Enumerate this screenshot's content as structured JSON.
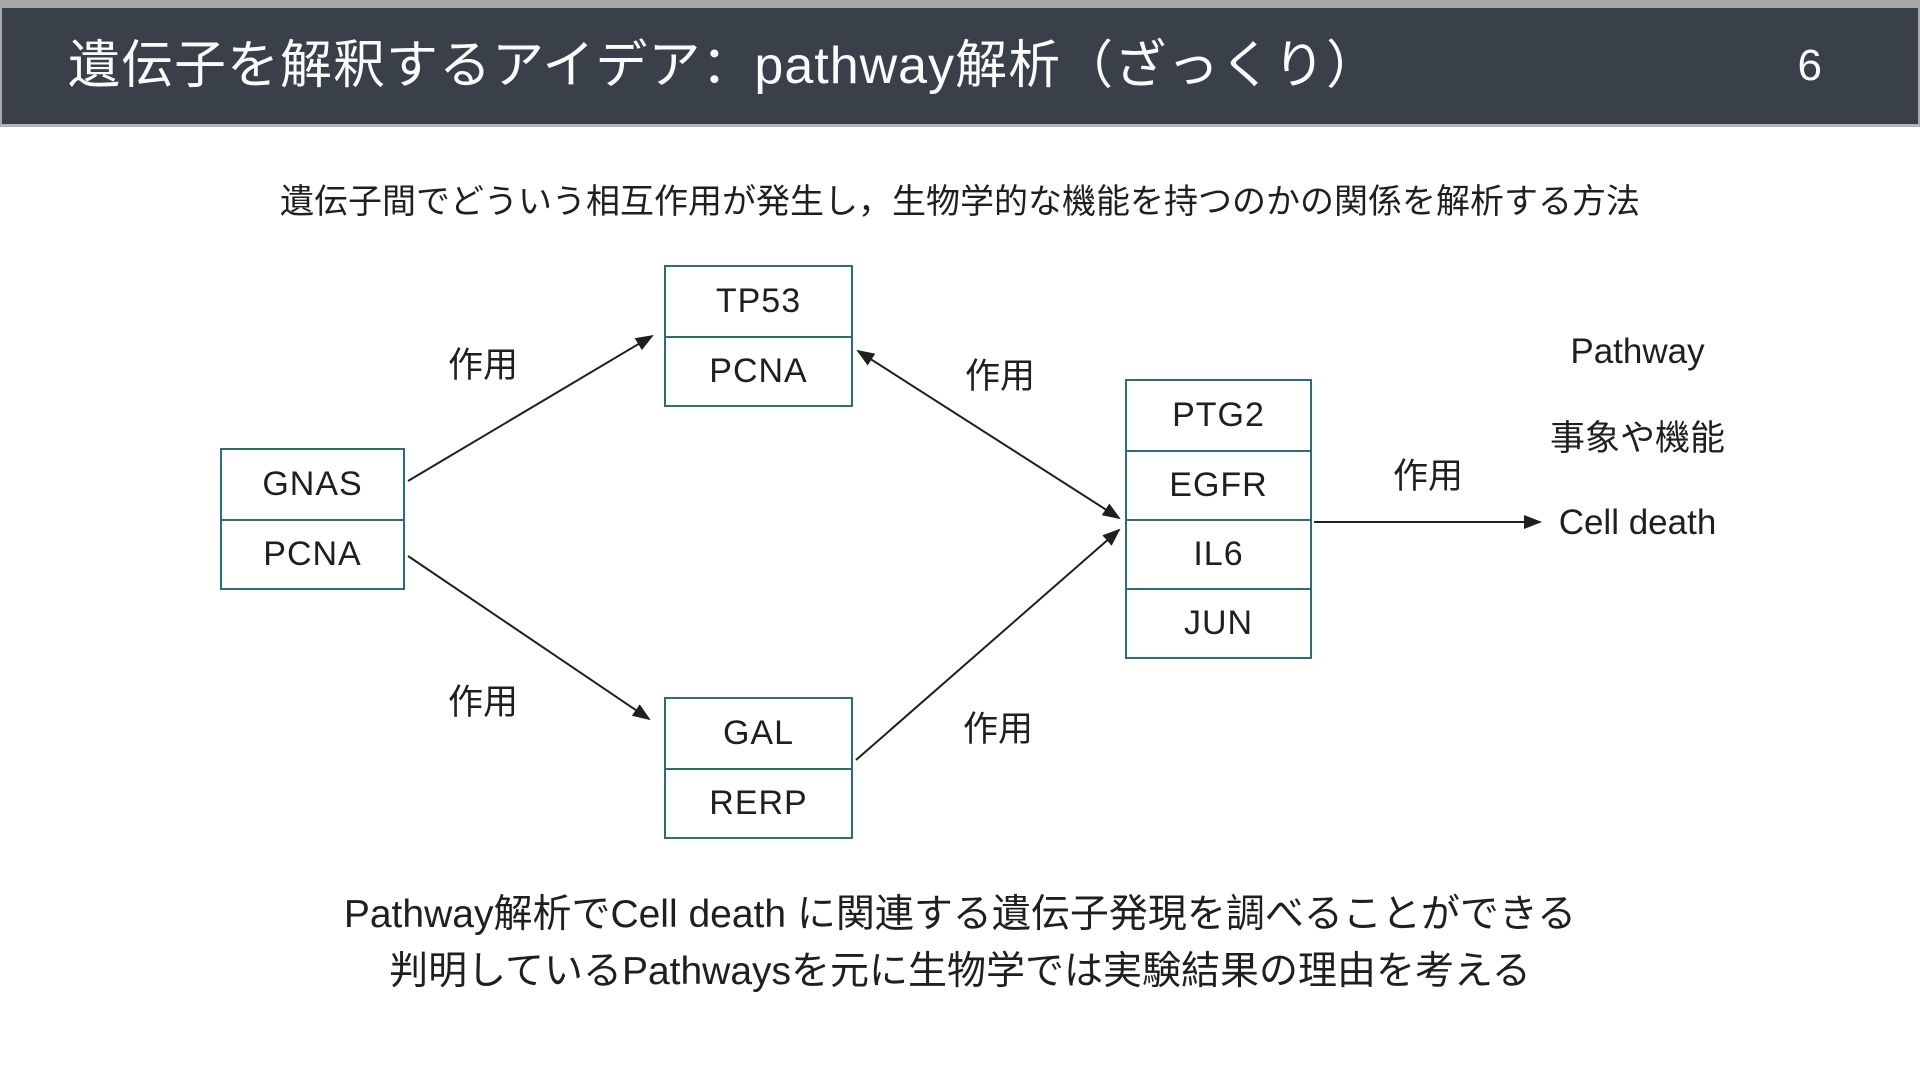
{
  "header": {
    "title": "遺伝子を解釈するアイデア：pathway解析（ざっくり）",
    "page_number": "6"
  },
  "subtitle": "遺伝子間でどういう相互作用が発生し，生物学的な機能を持つのかの関係を解析する方法",
  "diagram": {
    "gene_boxes": {
      "source": {
        "cells": [
          "GNAS",
          "PCNA"
        ]
      },
      "upper": {
        "cells": [
          "TP53",
          "PCNA"
        ]
      },
      "lower": {
        "cells": [
          "GAL",
          "RERP"
        ]
      },
      "pathway": {
        "cells": [
          "PTG2",
          "EGFR",
          "IL6",
          "JUN"
        ]
      }
    },
    "edges": [
      {
        "from": "source-box",
        "to": "upper-box",
        "label": "作用"
      },
      {
        "from": "source-box",
        "to": "lower-box",
        "label": "作用"
      },
      {
        "from": "upper-box",
        "to": "pathway-box",
        "label": "作用",
        "bidirectional": true
      },
      {
        "from": "lower-box",
        "to": "pathway-box",
        "label": "作用"
      },
      {
        "from": "pathway-box",
        "to": "outcome",
        "label": "作用"
      }
    ],
    "annotations": {
      "pathway_title": "Pathway",
      "pathway_subtitle": "事象や機能",
      "outcome": "Cell death"
    }
  },
  "footer": {
    "line1": "Pathway解析でCell death に関連する遺伝子発現を調べることができる",
    "line2": "判明しているPathwaysを元に生物学では実験結果の理由を考える"
  },
  "colors": {
    "header_bg": "#3a4049",
    "header_text": "#fbfbfb",
    "slide_frame": "#a9a9a9",
    "box_border": "#2e6c78",
    "text": "#1f1f1f"
  }
}
